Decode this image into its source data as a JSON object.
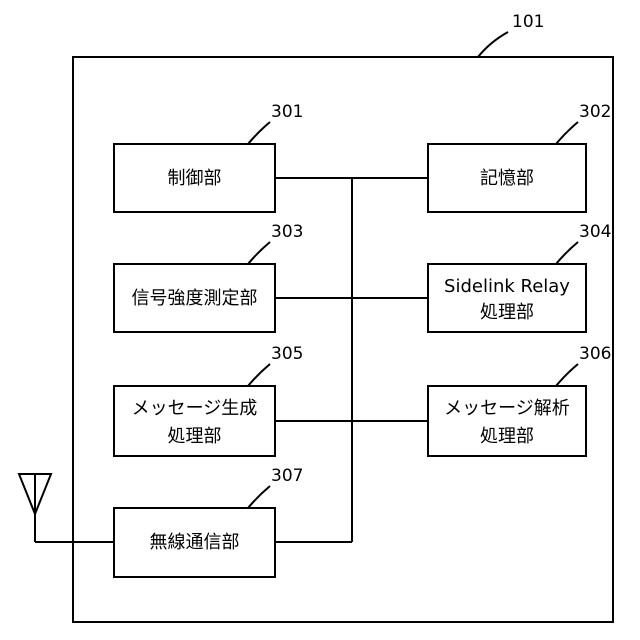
{
  "device": {
    "ref": "101"
  },
  "blocks": {
    "control": {
      "ref": "301",
      "label": "制御部"
    },
    "storage": {
      "ref": "302",
      "label": "記憶部"
    },
    "signal_strength": {
      "ref": "303",
      "label": "信号強度測定部"
    },
    "sidelink_relay": {
      "ref": "304",
      "line1": "Sidelink Relay",
      "line2": "処理部"
    },
    "msg_gen": {
      "ref": "305",
      "line1": "メッセージ生成",
      "line2": "処理部"
    },
    "msg_parse": {
      "ref": "306",
      "line1": "メッセージ解析",
      "line2": "処理部"
    },
    "radio": {
      "ref": "307",
      "label": "無線通信部"
    }
  },
  "icons": {
    "antenna": "antenna-icon"
  }
}
